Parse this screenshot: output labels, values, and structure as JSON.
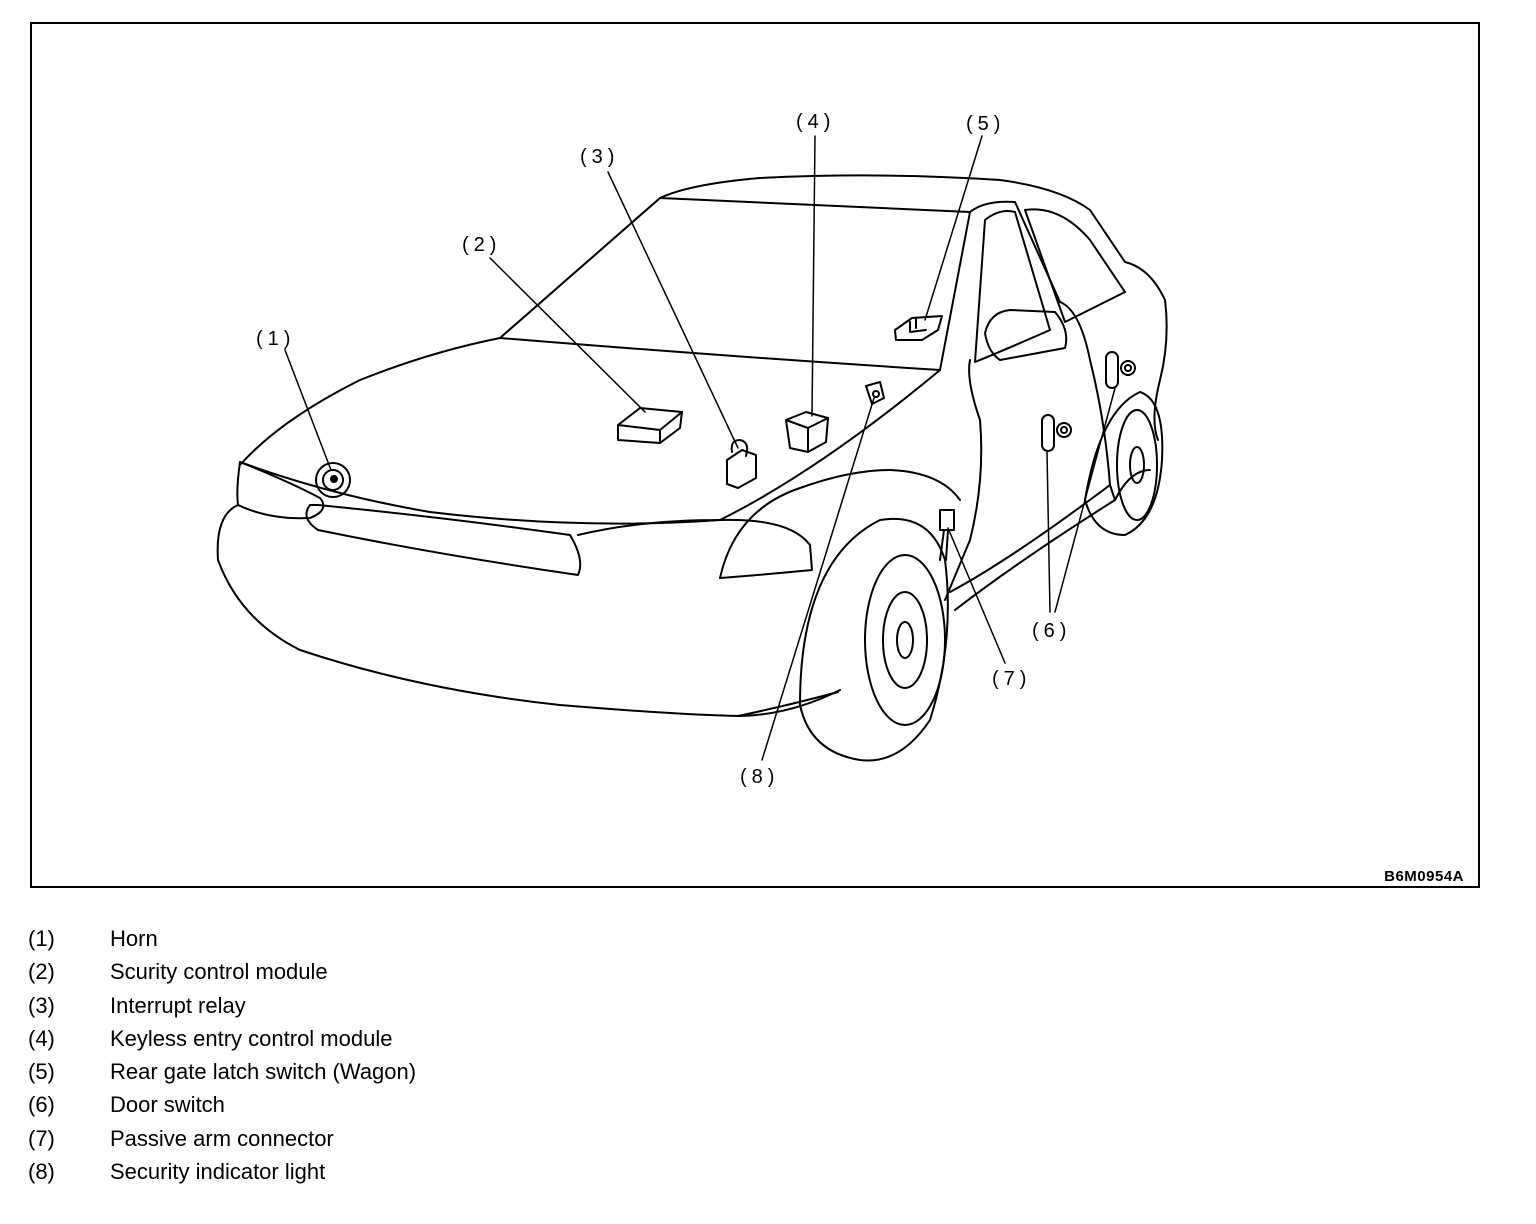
{
  "figure_id": "B6M0954A",
  "callouts": [
    "(1)",
    "(2)",
    "(3)",
    "(4)",
    "(5)",
    "(6)",
    "(7)",
    "(8)"
  ],
  "legend": [
    {
      "num": "(1)",
      "label": "Horn"
    },
    {
      "num": "(2)",
      "label": "Scurity control module"
    },
    {
      "num": "(3)",
      "label": "Interrupt relay"
    },
    {
      "num": "(4)",
      "label": "Keyless entry control module"
    },
    {
      "num": "(5)",
      "label": "Rear gate latch switch (Wagon)"
    },
    {
      "num": "(6)",
      "label": "Door switch"
    },
    {
      "num": "(7)",
      "label": "Passive arm connector"
    },
    {
      "num": "(8)",
      "label": "Security indicator light"
    }
  ]
}
